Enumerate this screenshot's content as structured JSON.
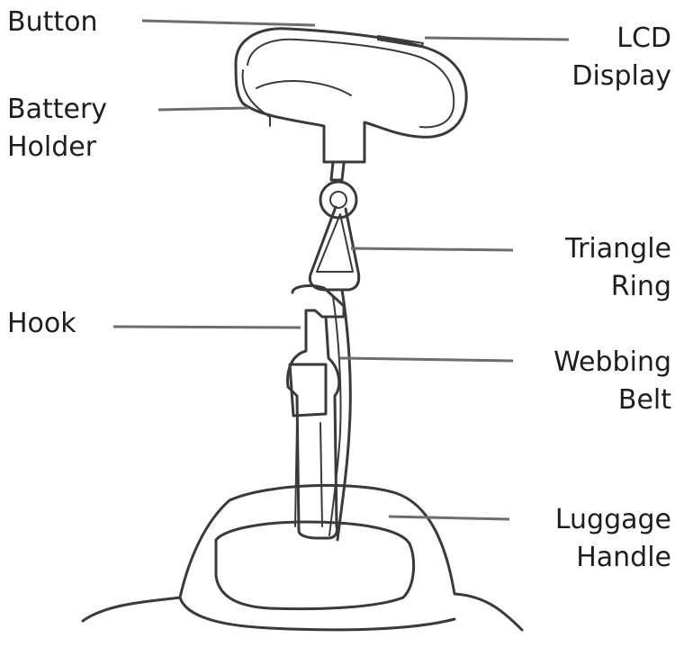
{
  "labels": {
    "button": [
      "Button"
    ],
    "lcd_display": [
      "LCD",
      "Display"
    ],
    "battery_holder": [
      "Battery",
      "Holder"
    ],
    "triangle_ring": [
      "Triangle",
      "Ring"
    ],
    "hook": [
      "Hook"
    ],
    "webbing_belt": [
      "Webbing",
      "Belt"
    ],
    "luggage_handle": [
      "Luggage",
      "Handle"
    ]
  }
}
